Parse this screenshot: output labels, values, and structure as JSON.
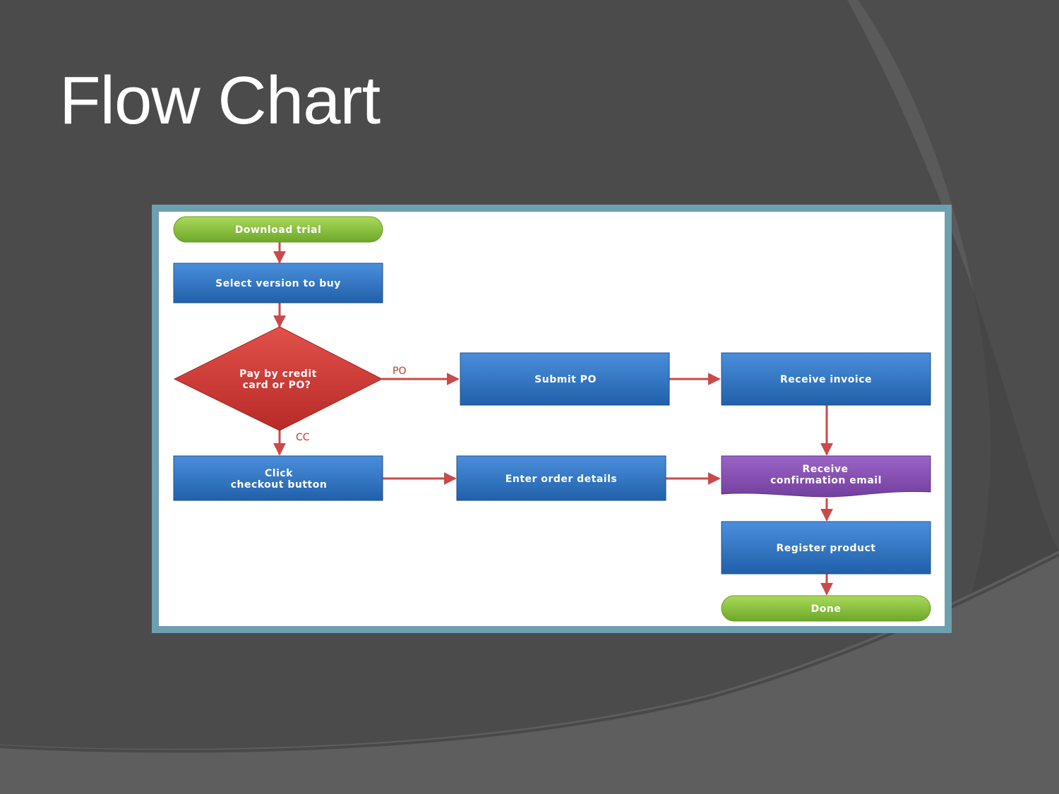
{
  "slide": {
    "title": "Flow Chart"
  },
  "flowchart": {
    "nodes": {
      "download_trial": "Download trial",
      "select_version": "Select version to buy",
      "decision_line1": "Pay by credit",
      "decision_line2": "card or PO?",
      "submit_po": "Submit PO",
      "receive_invoice": "Receive invoice",
      "click_checkout_line1": "Click",
      "click_checkout_line2": "checkout button",
      "enter_order_details": "Enter order details",
      "receive_confirmation_line1": "Receive",
      "receive_confirmation_line2": "confirmation email",
      "register_product": "Register product",
      "done": "Done"
    },
    "edge_labels": {
      "po": "PO",
      "cc": "CC"
    }
  },
  "colors": {
    "terminator": "#8cc63f",
    "process": "#2f73c2",
    "decision": "#d33a36",
    "document": "#8a4fb8",
    "arrow": "#c94a4a",
    "frame": "#6e9fae"
  }
}
